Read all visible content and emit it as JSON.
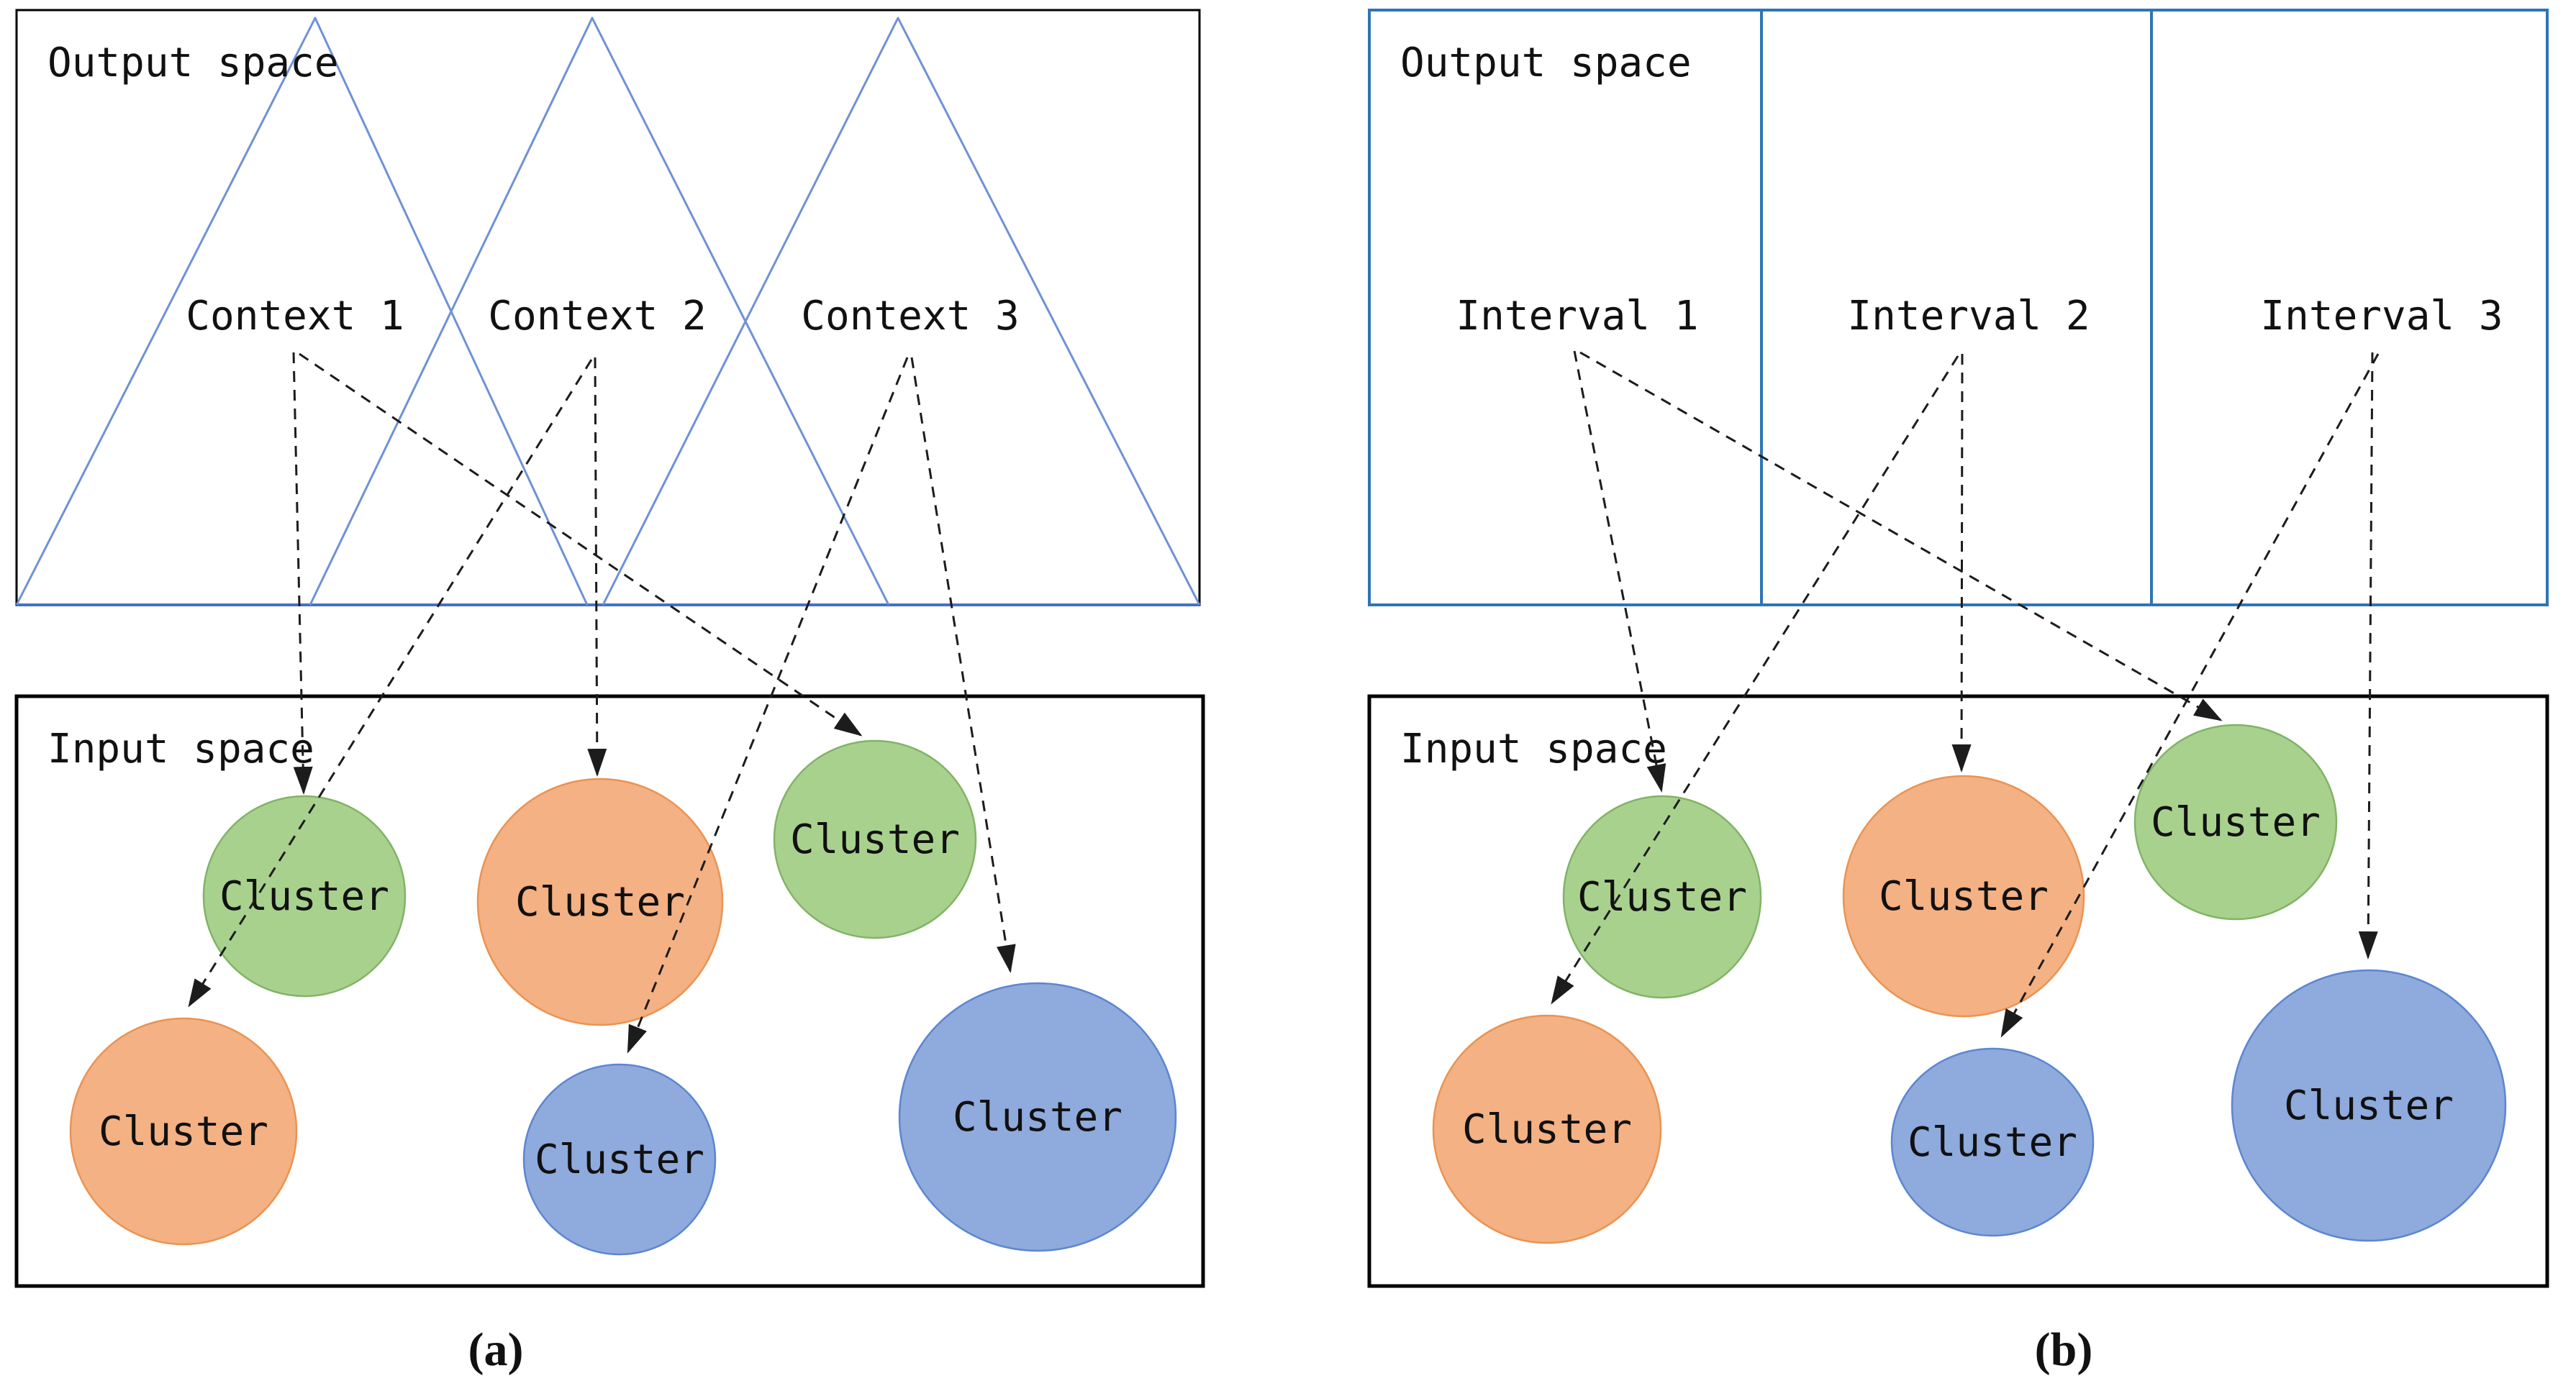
{
  "figure": {
    "description": "Two-panel diagram comparing context-based fuzzy partitioning (a) and interval partitioning (b) of an output space mapped onto clusters in an input space",
    "captions": {
      "a": "(a)",
      "b": "(b)"
    }
  },
  "colors": {
    "triangle_blue": "#6F92D4",
    "baseline_blue": "#4472C4",
    "panel_b_blue": "#2E75B6",
    "outline_black": "#000000",
    "arrow_black": "#1C1C1C",
    "text_black": "#111111",
    "green_fill": "#A9D18E",
    "green_stroke": "#82B366",
    "orange_fill": "#F4B183",
    "orange_stroke": "#EA9352",
    "blue_fill": "#8FAADC",
    "blue_stroke": "#5B86D2"
  },
  "panel_a": {
    "output_label": "Output space",
    "input_label": "Input space",
    "caption": "(a)",
    "output_partition_type": "triangular membership functions",
    "contexts": [
      {
        "label": "Context 1"
      },
      {
        "label": "Context 2"
      },
      {
        "label": "Context 3"
      }
    ],
    "clusters": [
      {
        "label": "Cluster",
        "color": "green",
        "position": "upper-left"
      },
      {
        "label": "Cluster",
        "color": "orange",
        "position": "upper-middle"
      },
      {
        "label": "Cluster",
        "color": "green",
        "position": "upper-right"
      },
      {
        "label": "Cluster",
        "color": "orange",
        "position": "lower-left"
      },
      {
        "label": "Cluster",
        "color": "blue",
        "position": "lower-middle"
      },
      {
        "label": "Cluster",
        "color": "blue",
        "position": "lower-right"
      }
    ],
    "arrows": [
      {
        "from": "Context 1",
        "to": "green cluster upper-left"
      },
      {
        "from": "Context 1",
        "to": "green cluster upper-right"
      },
      {
        "from": "Context 2",
        "to": "orange cluster upper-middle"
      },
      {
        "from": "Context 2",
        "to": "orange cluster lower-left"
      },
      {
        "from": "Context 3",
        "to": "blue cluster lower-middle"
      },
      {
        "from": "Context 3",
        "to": "blue cluster lower-right"
      }
    ]
  },
  "panel_b": {
    "output_label": "Output space",
    "input_label": "Input space",
    "caption": "(b)",
    "output_partition_type": "crisp intervals",
    "intervals": [
      {
        "label": "Interval 1"
      },
      {
        "label": "Interval 2"
      },
      {
        "label": "Interval 3"
      }
    ],
    "clusters": [
      {
        "label": "Cluster",
        "color": "green",
        "position": "upper-left"
      },
      {
        "label": "Cluster",
        "color": "orange",
        "position": "upper-middle"
      },
      {
        "label": "Cluster",
        "color": "green",
        "position": "upper-right"
      },
      {
        "label": "Cluster",
        "color": "orange",
        "position": "lower-left"
      },
      {
        "label": "Cluster",
        "color": "blue",
        "position": "lower-middle"
      },
      {
        "label": "Cluster",
        "color": "blue",
        "position": "lower-right"
      }
    ],
    "arrows": [
      {
        "from": "Interval 1",
        "to": "green cluster upper-left"
      },
      {
        "from": "Interval 1",
        "to": "green cluster upper-right"
      },
      {
        "from": "Interval 2",
        "to": "orange cluster upper-middle"
      },
      {
        "from": "Interval 2",
        "to": "orange cluster lower-left"
      },
      {
        "from": "Interval 3",
        "to": "blue cluster lower-middle"
      },
      {
        "from": "Interval 3",
        "to": "blue cluster lower-right"
      }
    ]
  }
}
